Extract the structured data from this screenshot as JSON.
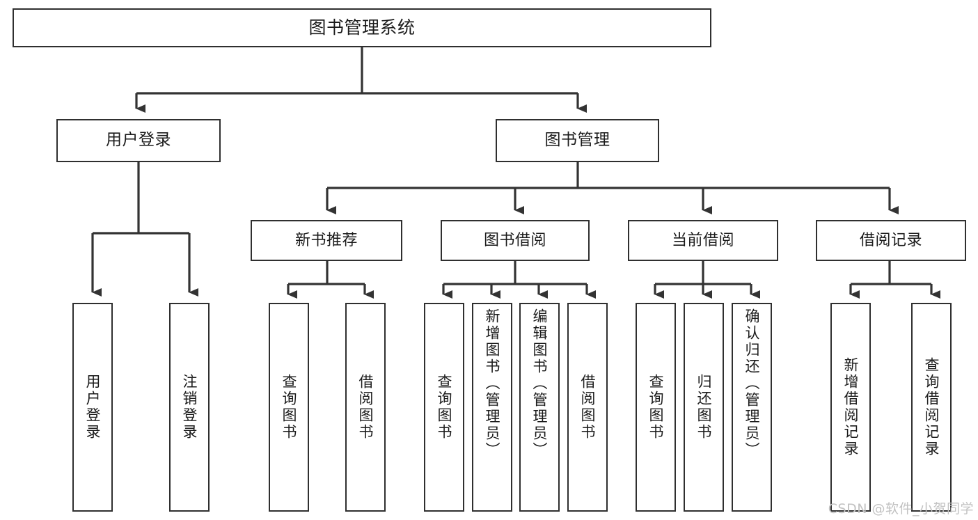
{
  "diagram": {
    "title": "图书管理系统",
    "type": "tree",
    "stroke_color": "#2f2f2f",
    "fill_color": "#ffffff",
    "text_color": "#1b1b1b",
    "background": "#ffffff"
  },
  "nodes": {
    "root": {
      "label": "图书管理系统"
    },
    "level1": [
      {
        "id": "user-login",
        "label": "用户登录"
      },
      {
        "id": "book-manage",
        "label": "图书管理"
      }
    ],
    "level2": [
      {
        "id": "new-book-rec",
        "label": "新书推荐"
      },
      {
        "id": "book-borrow",
        "label": "图书借阅"
      },
      {
        "id": "current-borrow",
        "label": "当前借阅"
      },
      {
        "id": "borrow-record",
        "label": "借阅记录"
      }
    ],
    "leaves": {
      "user_login": [
        {
          "id": "leaf-user-login",
          "label": "用户登录"
        },
        {
          "id": "leaf-logout",
          "label": "注销登录"
        }
      ],
      "new_book_rec": [
        {
          "id": "leaf-query-book-1",
          "label": "查询图书"
        },
        {
          "id": "leaf-borrow-book-1",
          "label": "借阅图书"
        }
      ],
      "book_borrow": [
        {
          "id": "leaf-query-book-2",
          "label": "查询图书"
        },
        {
          "id": "leaf-add-book",
          "label": "新增图书（管理员）"
        },
        {
          "id": "leaf-edit-book",
          "label": "编辑图书（管理员）"
        },
        {
          "id": "leaf-borrow-book-2",
          "label": "借阅图书"
        }
      ],
      "current_borrow": [
        {
          "id": "leaf-query-book-3",
          "label": "查询图书"
        },
        {
          "id": "leaf-return-book",
          "label": "归还图书"
        },
        {
          "id": "leaf-confirm-return",
          "label": "确认归还（管理员）"
        }
      ],
      "borrow_record": [
        {
          "id": "leaf-add-record",
          "label": "新增借阅记录"
        },
        {
          "id": "leaf-query-record",
          "label": "查询借阅记录"
        }
      ]
    }
  },
  "watermark": {
    "text": "CSDN @软件_小贺同学"
  }
}
